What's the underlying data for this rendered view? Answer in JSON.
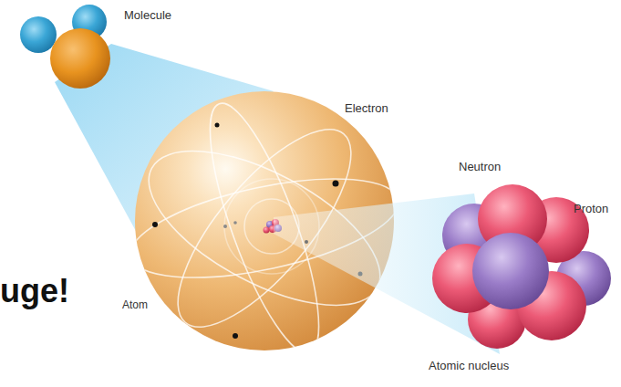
{
  "diagram": {
    "labels": [
      "Molecule",
      "Electron",
      "Neutron",
      "Proton",
      "uge!",
      "Atom",
      "Atomic nucleus"
    ]
  }
}
